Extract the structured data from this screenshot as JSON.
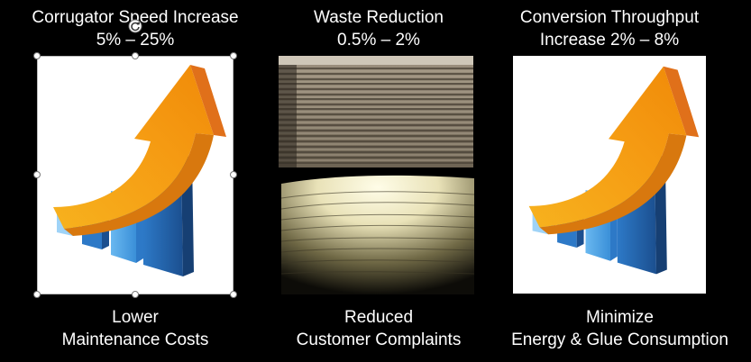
{
  "slide": {
    "colors": {
      "background": "#000000",
      "text": "#ffffff",
      "arrow_orange": "#f59a12",
      "bar_blue": "#2d79c7"
    },
    "left": {
      "top_line1": "Corrugator Speed Increase",
      "top_line2": "5% – 25%",
      "bottom_line1": "Lower",
      "bottom_line2": "Maintenance Costs",
      "image_icon": "growth-arrow-chart-icon",
      "selected": true
    },
    "center": {
      "top_line1": "Waste Reduction",
      "top_line2": "0.5% – 2%",
      "bottom_line1": "Reduced",
      "bottom_line2": "Customer Complaints",
      "image_top": "stacked-board-photo",
      "image_bottom": "paper-stack-photo"
    },
    "right": {
      "top_line1": "Conversion Throughput",
      "top_line2": "Increase 2% – 8%",
      "bottom_line1": "Minimize",
      "bottom_line2": "Energy & Glue Consumption",
      "image_icon": "growth-arrow-chart-icon"
    }
  }
}
